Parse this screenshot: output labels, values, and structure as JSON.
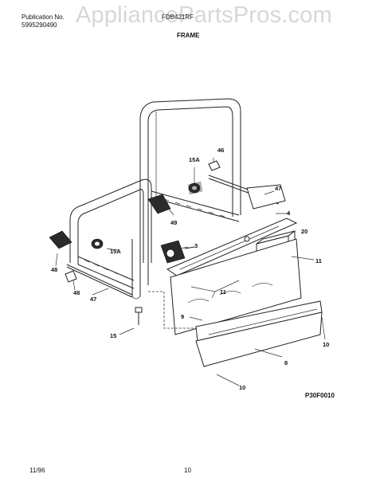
{
  "header": {
    "pub_label": "Publication No.",
    "pub_number": "5995290490",
    "model": "FDB421RF",
    "section_title": "FRAME"
  },
  "watermark": "AppliancePartsPros.com",
  "callouts": {
    "c46_top": "46",
    "c15A_top": "15A",
    "c47_top": "47",
    "c49": "49",
    "c4": "4",
    "c3": "3",
    "c20": "20",
    "c11_right": "11",
    "c48_left": "48",
    "c15A_left": "15A",
    "c11_mid": "11",
    "c48_bottom": "48",
    "c47_bottom": "47",
    "c15": "15",
    "c9": "9",
    "c10_right": "10",
    "c8": "8",
    "c10_bottom": "10"
  },
  "figure_code": "P30F0010",
  "footer": {
    "date": "11/96",
    "page": "10"
  }
}
